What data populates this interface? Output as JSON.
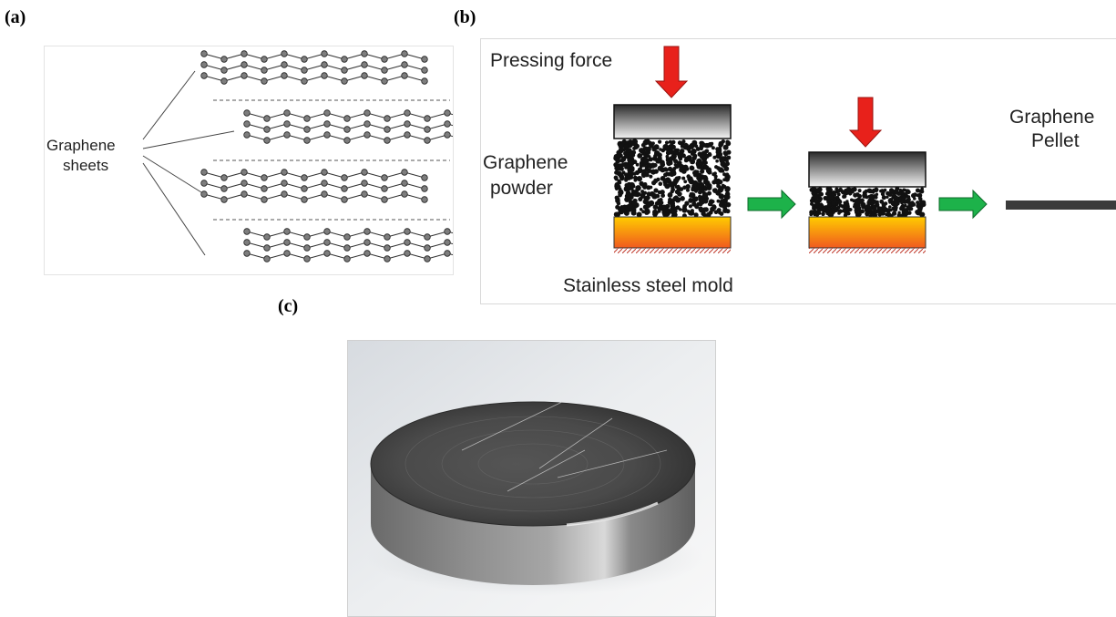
{
  "panels": {
    "a": {
      "label": "(a)",
      "annotation_line1": "Graphene",
      "annotation_line2": "sheets"
    },
    "b": {
      "label": "(b)",
      "pressing_force": "Pressing force",
      "powder_line1": "Graphene",
      "powder_line2": "powder",
      "mold": "Stainless steel mold",
      "pellet_line1": "Graphene",
      "pellet_line2": "Pellet"
    },
    "c": {
      "label": "(c)"
    }
  },
  "colors": {
    "force_arrow": "#e8211b",
    "process_arrow": "#1db24a",
    "mold_top": "#ffcc00",
    "mold_bottom": "#f05a1e",
    "powder": "#111111",
    "pellet": "#3b3b3b"
  }
}
